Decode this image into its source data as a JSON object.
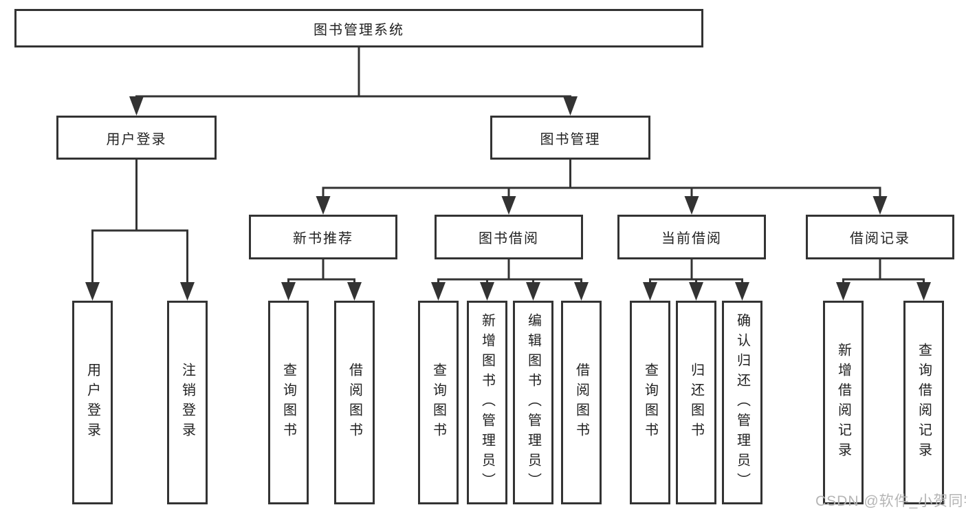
{
  "diagram": {
    "type": "hierarchy-tree",
    "root": {
      "label": "图书管理系统"
    },
    "level2": [
      {
        "label": "用户登录"
      },
      {
        "label": "图书管理"
      }
    ],
    "level3": [
      {
        "label": "新书推荐",
        "parent": "图书管理"
      },
      {
        "label": "图书借阅",
        "parent": "图书管理"
      },
      {
        "label": "当前借阅",
        "parent": "图书管理"
      },
      {
        "label": "借阅记录",
        "parent": "图书管理"
      }
    ],
    "leaves": [
      {
        "label": "用户登录",
        "parent": "用户登录"
      },
      {
        "label": "注销登录",
        "parent": "用户登录"
      },
      {
        "label": "查询图书",
        "parent": "新书推荐"
      },
      {
        "label": "借阅图书",
        "parent": "新书推荐"
      },
      {
        "label": "查询图书",
        "parent": "图书借阅"
      },
      {
        "label": "新增图书（管理员）",
        "parent": "图书借阅"
      },
      {
        "label": "编辑图书（管理员）",
        "parent": "图书借阅"
      },
      {
        "label": "借阅图书",
        "parent": "图书借阅"
      },
      {
        "label": "查询图书",
        "parent": "当前借阅"
      },
      {
        "label": "归还图书",
        "parent": "当前借阅"
      },
      {
        "label": "确认归还（管理员）",
        "parent": "当前借阅"
      },
      {
        "label": "新增借阅记录",
        "parent": "借阅记录"
      },
      {
        "label": "查询借阅记录",
        "parent": "借阅记录"
      }
    ],
    "watermark": {
      "text": "CSDN @软件_小贺同学",
      "color": "#b5b5b5"
    },
    "colors": {
      "line": "#333333",
      "box_border": "#333333",
      "box_fill": "#ffffff",
      "text": "#222222",
      "background": "#ffffff"
    }
  }
}
